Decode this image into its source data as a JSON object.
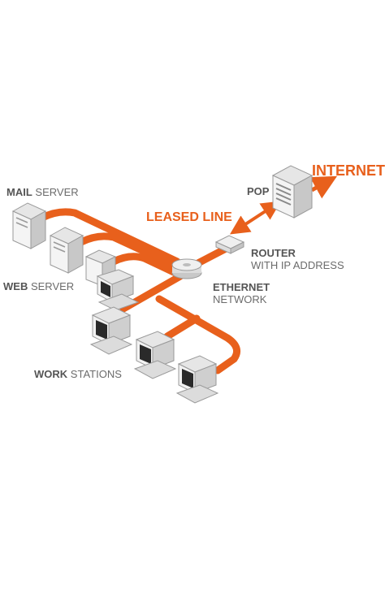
{
  "colors": {
    "cable": "#e8601c",
    "device_light": "#f2f2f2",
    "device_mid": "#d6d6d6",
    "device_dark": "#a8a8a8",
    "screen": "#2a2a2a",
    "text": "#6b6b6b"
  },
  "labels": {
    "internet": "INTERNET",
    "pop": "POP",
    "leased_line": "LEASED LINE",
    "mail_server_bold": "MAIL",
    "mail_server_rest": "SERVER",
    "web_server_bold": "WEB",
    "web_server_rest": "SERVER",
    "router_line1": "ROUTER",
    "router_line2": "WITH IP ADDRESS",
    "ethernet_line1": "ETHERNET",
    "ethernet_line2": "NETWORK",
    "workstations_bold": "WORK",
    "workstations_rest": "STATIONS"
  },
  "icons": {
    "pop_server": "tower-server-icon",
    "mail_server": "tower-server-icon",
    "web_server": "tower-server-icon",
    "router": "router-box-icon",
    "hub": "ethernet-hub-icon",
    "workstation": "desktop-computer-icon",
    "leased_link": "double-arrow-icon",
    "internet_link": "arrow-icon"
  }
}
